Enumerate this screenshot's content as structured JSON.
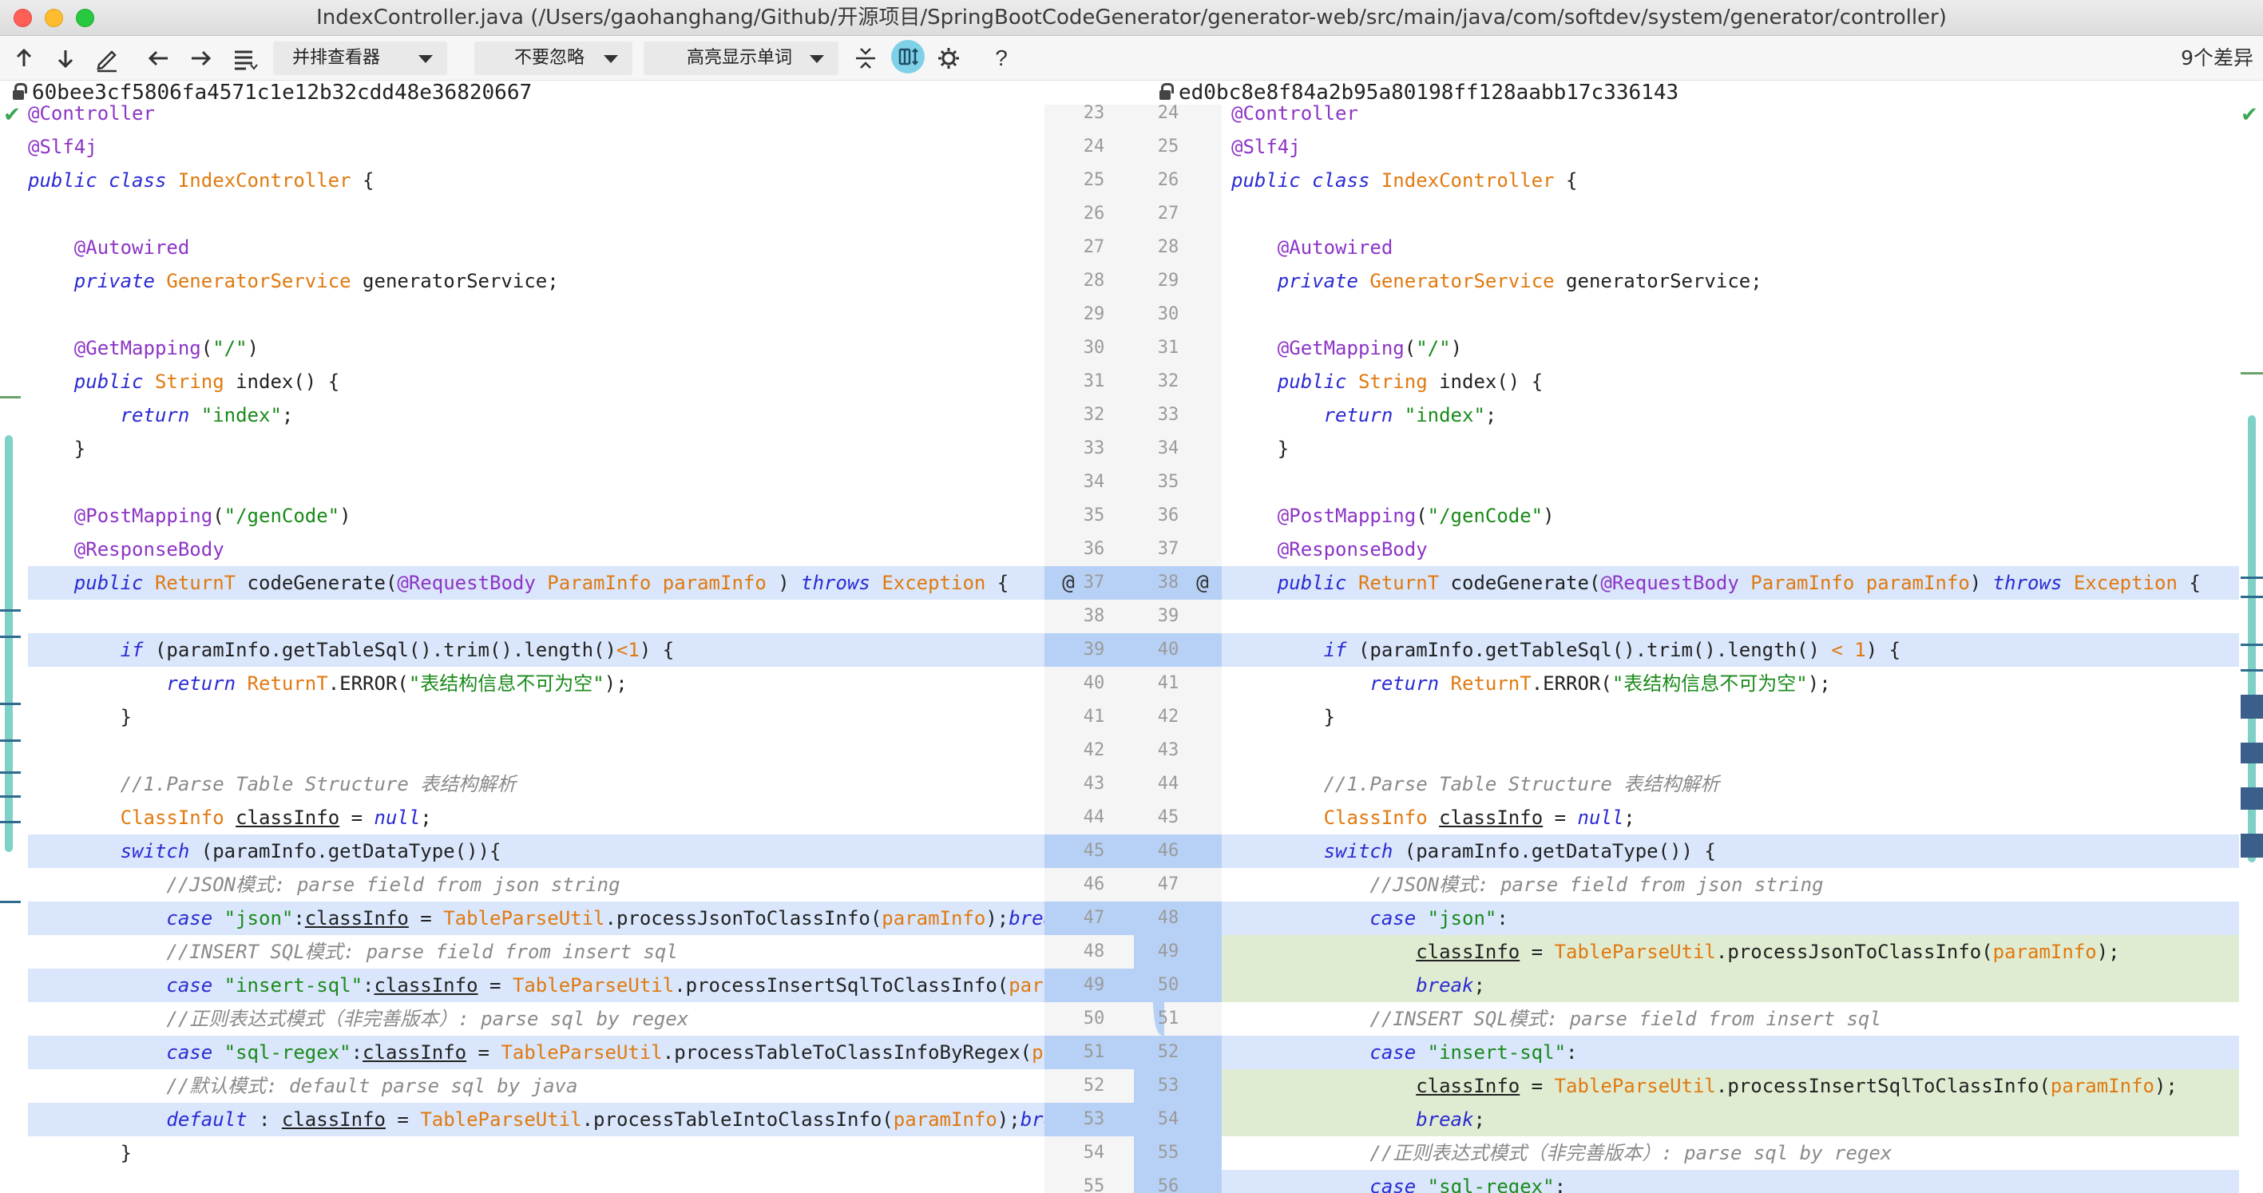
{
  "window": {
    "title": "IndexController.java (/Users/gaohanghang/Github/开源项目/SpringBootCodeGenerator/generator-web/src/main/java/com/softdev/system/generator/controller)"
  },
  "toolbar": {
    "icons": [
      "arrow-up-icon",
      "arrow-down-icon",
      "edit-icon",
      "arrow-left-icon",
      "arrow-right-icon",
      "list-menu-icon",
      "collapse-icon",
      "sync-scroll-icon",
      "settings-icon",
      "help-icon"
    ],
    "viewer_label": "并排查看器",
    "ignore_label": "不要忽略",
    "highlight_label": "高亮显示单词",
    "help_label": "?",
    "diff_count": "9个差异"
  },
  "left": {
    "revision": "60bee3cf5806fa4571c1e12b32cdd48e36820667"
  },
  "right": {
    "revision": "ed0bc8e8f84a2b95a80198ff128aabb17c336143"
  },
  "gutter": {
    "left_numbers": [
      "23",
      "24",
      "25",
      "26",
      "27",
      "28",
      "29",
      "30",
      "31",
      "32",
      "33",
      "34",
      "35",
      "36",
      "37",
      "38",
      "39",
      "40",
      "41",
      "42",
      "43",
      "44",
      "45",
      "46",
      "47",
      "48",
      "49",
      "50",
      "51",
      "52",
      "53",
      "54",
      "55"
    ],
    "right_numbers": [
      "24",
      "25",
      "26",
      "27",
      "28",
      "29",
      "30",
      "31",
      "32",
      "33",
      "34",
      "35",
      "36",
      "37",
      "38",
      "39",
      "40",
      "41",
      "42",
      "43",
      "44",
      "45",
      "46",
      "47",
      "48",
      "49",
      "50",
      "51",
      "52",
      "53",
      "54",
      "55",
      "56"
    ],
    "at_symbol": "@"
  },
  "colors": {
    "changed": "#d9e6fb",
    "inserted": "#e0ecd2",
    "accent": "#7fd1e8"
  }
}
